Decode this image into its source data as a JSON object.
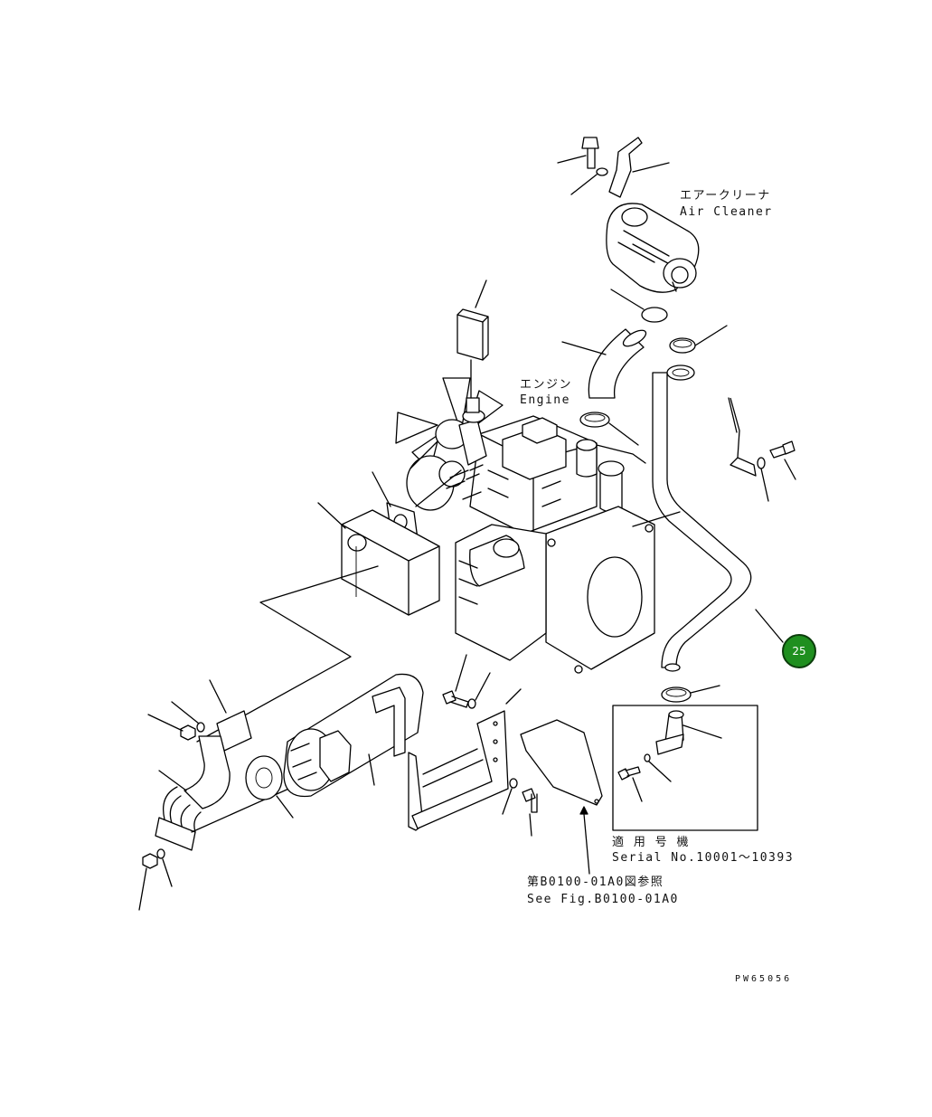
{
  "labels": {
    "air_cleaner_jp": "エアークリーナ",
    "air_cleaner_en": "Air Cleaner",
    "engine_jp": "エンジン",
    "engine_en": "Engine",
    "serial_jp": "適 用 号 機",
    "serial_en": "Serial No.10001～10393",
    "seefig_jp": "第B0100-01A0図参照",
    "seefig_en": "See Fig.B0100-01A0",
    "drawing_code": "PW65056"
  },
  "callout": {
    "number": "25",
    "color": "#1f8f1f"
  }
}
